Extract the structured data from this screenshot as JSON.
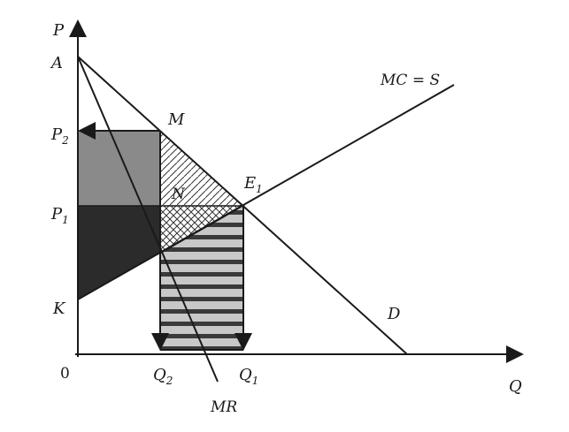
{
  "diagram": {
    "axes": {
      "y_label": "P",
      "x_label": "Q",
      "origin_label": "0"
    },
    "points": {
      "A": "A",
      "P2": "P",
      "P2_sub": "2",
      "P1": "P",
      "P1_sub": "1",
      "K": "K",
      "M": "M",
      "N": "N",
      "E": "E",
      "E_sub": "1",
      "Q2": "Q",
      "Q2_sub": "2",
      "Q1": "Q",
      "Q1_sub": "1"
    },
    "curves": {
      "supply": "MC = S",
      "demand": "D",
      "marginal_revenue": "MR"
    },
    "colors": {
      "line": "#1a1a1a",
      "dark_region": "#2b2b2b",
      "gray_region": "#8a8a8a",
      "light_gray_region": "#b5b5b5",
      "stripe_dark": "#3a3a3a"
    }
  }
}
